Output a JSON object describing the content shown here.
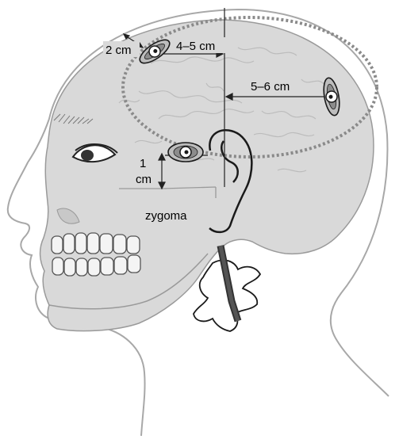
{
  "labels": {
    "dist_2cm": "2 cm",
    "dist_4_5cm": "4–5 cm",
    "dist_5_6cm": "5–6 cm",
    "dist_1cm_a": "1",
    "dist_1cm_b": "cm",
    "zygoma": "zygoma"
  },
  "colors": {
    "skull_fill": "#d9d9d9",
    "outline_gray": "#9a9a9a",
    "ink": "#1a1a1a",
    "dotted": "#8a8a8a",
    "burr_fill": "#bdbdbd"
  }
}
